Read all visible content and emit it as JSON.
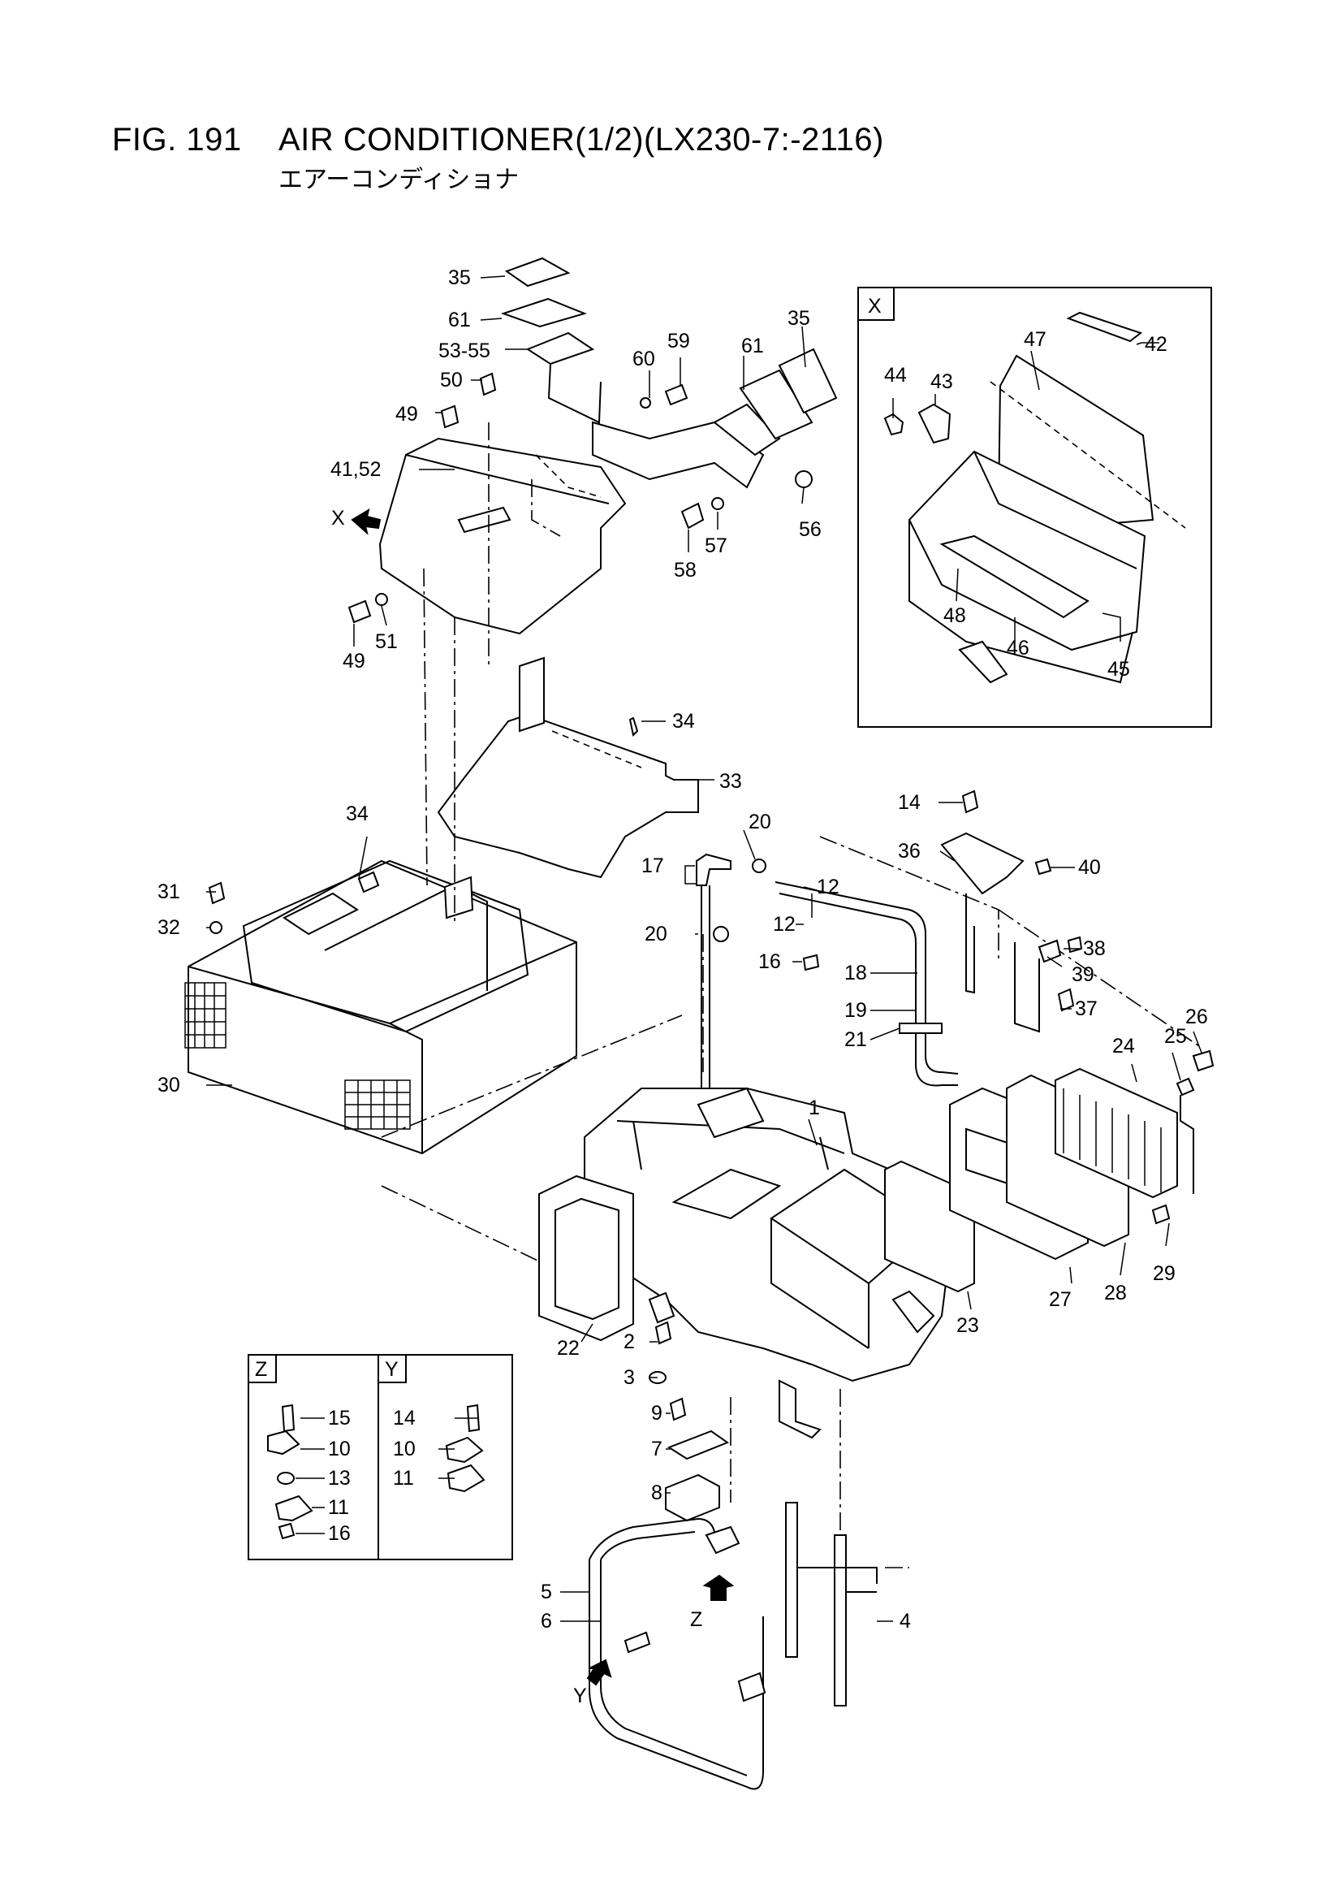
{
  "header": {
    "fig_number": "FIG. 191",
    "title": "AIR CONDITIONER(1/2)(LX230-7:-2116)",
    "subtitle_jp": "エアーコンディショナ"
  },
  "insets": {
    "x": "X",
    "z": "Z",
    "y": "Y"
  },
  "view_arrows": {
    "x": "X",
    "z": "Z",
    "y": "Y"
  },
  "labels": {
    "l35a": "35",
    "l61a": "61",
    "l5355": "53-55",
    "l50": "50",
    "l49a": "49",
    "l4152": "41,52",
    "l60": "60",
    "l59": "59",
    "l61b": "61",
    "l35b": "35",
    "l56": "56",
    "l57": "57",
    "l58": "58",
    "l51": "51",
    "l49b": "49",
    "l34a": "34",
    "l33": "33",
    "l34b": "34",
    "l31": "31",
    "l32": "32",
    "l30": "30",
    "l47": "47",
    "l42": "42",
    "l44": "44",
    "l43": "43",
    "l48": "48",
    "l46": "46",
    "l45": "45",
    "l14a": "14",
    "l36": "36",
    "l40": "40",
    "l20a": "20",
    "l17": "17",
    "l12a": "12",
    "l12b": "12",
    "l20b": "20",
    "l16a": "16",
    "l18": "18",
    "l19": "19",
    "l21": "21",
    "l38": "38",
    "l39": "39",
    "l37": "37",
    "l26": "26",
    "l25": "25",
    "l24": "24",
    "l1": "1",
    "l22": "22",
    "l23": "23",
    "l27": "27",
    "l28": "28",
    "l29": "29",
    "l2": "2",
    "l3": "3",
    "l9": "9",
    "l7": "7",
    "l8": "8",
    "l5": "5",
    "l6": "6",
    "l4": "4",
    "z15": "15",
    "z10": "10",
    "z13": "13",
    "z11": "11",
    "z16": "16",
    "y14": "14",
    "y10": "10",
    "y11": "11"
  }
}
